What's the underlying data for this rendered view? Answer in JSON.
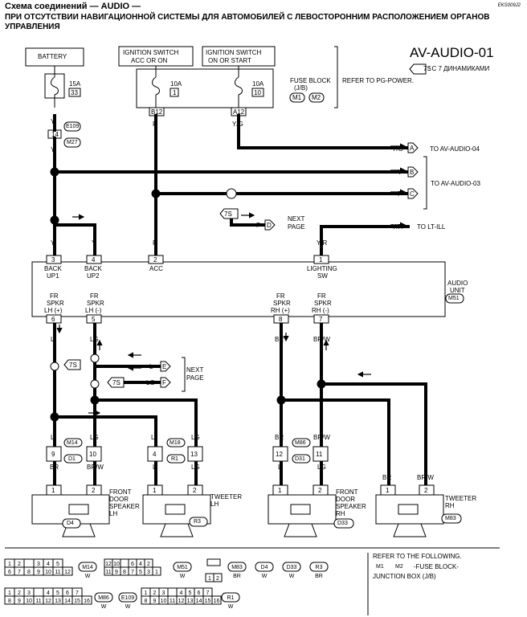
{
  "header": {
    "title": "Схема соединений — AUDIO —",
    "subtitle": "ПРИ ОТСУТСТВИИ НАВИГАЦИОННОЙ СИСТЕМЫ ДЛЯ АВТОМОБИЛЕЙ С ЛЕВОСТОРОННИМ РАСПОЛОЖЕНИЕМ ОРГАНОВ УПРАВЛЕНИЯ",
    "code": "EKS009J2",
    "diagram_id": "AV-AUDIO-01",
    "legend_tag": "7S",
    "legend_text": ": С 7 ДИНАМИКАМИ"
  },
  "sources": {
    "battery": "BATTERY",
    "ign_acc_1": "IGNITION SWITCH",
    "ign_acc_2": "ACC OR ON",
    "ign_on_1": "IGNITION SWITCH",
    "ign_on_2": "ON OR START",
    "fuse_block_1": "FUSE BLOCK",
    "fuse_block_2": "(J/B)",
    "fuse_block_refer": "REFER TO PG-POWER."
  },
  "fuses": {
    "f1_amp": "15A",
    "f1_num": "33",
    "f2_amp": "10A",
    "f2_num": "1",
    "f3_amp": "10A",
    "f3_num": "10"
  },
  "conn": {
    "b12": "B12",
    "a12": "A12",
    "e109": "E109",
    "m27": "M27",
    "c14": "14",
    "m1": "M1",
    "m2": "M2",
    "m14": "M14",
    "d1": "D1",
    "m18": "M18",
    "r1": "R1",
    "m86": "M86",
    "d31": "D31",
    "m51": "M51"
  },
  "wires": {
    "y": "Y",
    "p": "P",
    "yg": "Y/G",
    "yr": "Y/R",
    "l": "L",
    "lg": "LG",
    "br": "BR",
    "brw": "BR/W"
  },
  "offpage": {
    "a": "A",
    "b": "B",
    "c": "C",
    "d": "D",
    "e": "E",
    "f": "F",
    "to_av04": "TO AV-AUDIO-04",
    "to_av03": "TO AV-AUDIO-03",
    "next_page_1": "NEXT",
    "next_page_2": "PAGE",
    "to_lt": "TO LT-ILL",
    "tag7s": "7S"
  },
  "audio": {
    "unit_1": "AUDIO",
    "unit_2": "UNIT",
    "p3": "3",
    "p4": "4",
    "p2": "2",
    "p1": "1",
    "p6": "6",
    "p5": "5",
    "p8": "8",
    "p7": "7",
    "backup1_a": "BACK",
    "backup1_b": "UP1",
    "backup2_a": "BACK",
    "backup2_b": "UP2",
    "acc": "ACC",
    "light_a": "LIGHTING",
    "light_b": "SW",
    "fr_lh_p_a": "FR",
    "fr_lh_p_b": "SPKR",
    "fr_lh_p_c": "LH (+)",
    "fr_lh_m_a": "FR",
    "fr_lh_m_b": "SPKR",
    "fr_lh_m_c": "LH (-)",
    "fr_rh_p_a": "FR",
    "fr_rh_p_b": "SPKR",
    "fr_rh_p_c": "RH (+)",
    "fr_rh_m_a": "FR",
    "fr_rh_m_b": "SPKR",
    "fr_rh_m_c": "RH (-)"
  },
  "joints": {
    "j9": "9",
    "j10": "10",
    "j4": "4",
    "j13": "13",
    "j12": "12",
    "j11": "11"
  },
  "speakers": {
    "front_lh": [
      "FRONT",
      "DOOR",
      "SPEAKER",
      "LH"
    ],
    "tweeter_lh": [
      "TWEETER",
      "LH"
    ],
    "front_rh": [
      "FRONT",
      "DOOR",
      "SPEAKER",
      "RH"
    ],
    "tweeter_rh": [
      "TWEETER",
      "RH"
    ],
    "d4": "D4",
    "r3": "R3",
    "d33": "D33",
    "m83": "M83",
    "pin1": "1",
    "pin2": "2"
  },
  "connector_legend": {
    "c1_row1": [
      "1",
      "2",
      "",
      "3",
      "4",
      "5"
    ],
    "c1_row2": [
      "6",
      "7",
      "8",
      "9",
      "10",
      "11",
      "12"
    ],
    "c1_tag": "M14",
    "c1_col": "W",
    "c2_row1": [
      "12",
      "10",
      "",
      "6",
      "4",
      "2"
    ],
    "c2_row2": [
      "11",
      "9",
      "8",
      "7",
      "5",
      "3",
      "1"
    ],
    "c2_tag": "M51",
    "c2_col": "W",
    "c3_row2": [
      "1",
      "2"
    ],
    "c3_tags": [
      "M83",
      "D4",
      "D33",
      "R3"
    ],
    "c3_cols": [
      "BR",
      "W",
      "W",
      "BR"
    ],
    "c4_row1": [
      "1",
      "2",
      "3",
      "",
      "4",
      "5",
      "6",
      "7"
    ],
    "c4_row2": [
      "8",
      "9",
      "10",
      "11",
      "12",
      "13",
      "14",
      "15",
      "16"
    ],
    "c4_tags": [
      "M86",
      "E109"
    ],
    "c4_cols": [
      "W",
      "W"
    ],
    "c5_row1": [
      "1",
      "2",
      "3",
      "",
      "4",
      "5",
      "6",
      "7"
    ],
    "c5_row2": [
      "8",
      "9",
      "10",
      "11",
      "12",
      "13",
      "14",
      "15",
      "16"
    ],
    "c5_tag": "R1",
    "c5_col": "W",
    "refer_line1": "REFER TO THE FOLLOWING.",
    "refer_tag1": "M1",
    "refer_tag2": "M2",
    "refer_line2": "-FUSE BLOCK-",
    "refer_line3": "JUNCTION BOX (J/B)"
  }
}
